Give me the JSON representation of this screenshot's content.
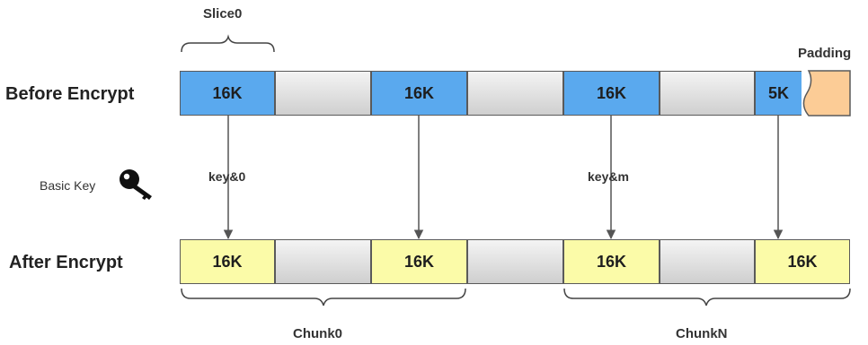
{
  "labels": {
    "slice": "Slice0",
    "padding": "Padding",
    "before": "Before Encrypt",
    "after": "After Encrypt",
    "basic_key": "Basic Key",
    "key0": "key&0",
    "keym": "key&m",
    "chunk0": "Chunk0",
    "chunkn": "ChunkN"
  },
  "before_blocks": [
    "16K",
    "16K",
    "16K",
    "5K"
  ],
  "after_blocks": [
    "16K",
    "16K",
    "16K",
    "16K"
  ],
  "colors": {
    "plain_block": "#5aa9ee",
    "encrypted_block": "#fbfba8",
    "padding": "#fccc96",
    "gap_block": "#d8d8d8"
  },
  "icons": {
    "key": "key-icon"
  }
}
